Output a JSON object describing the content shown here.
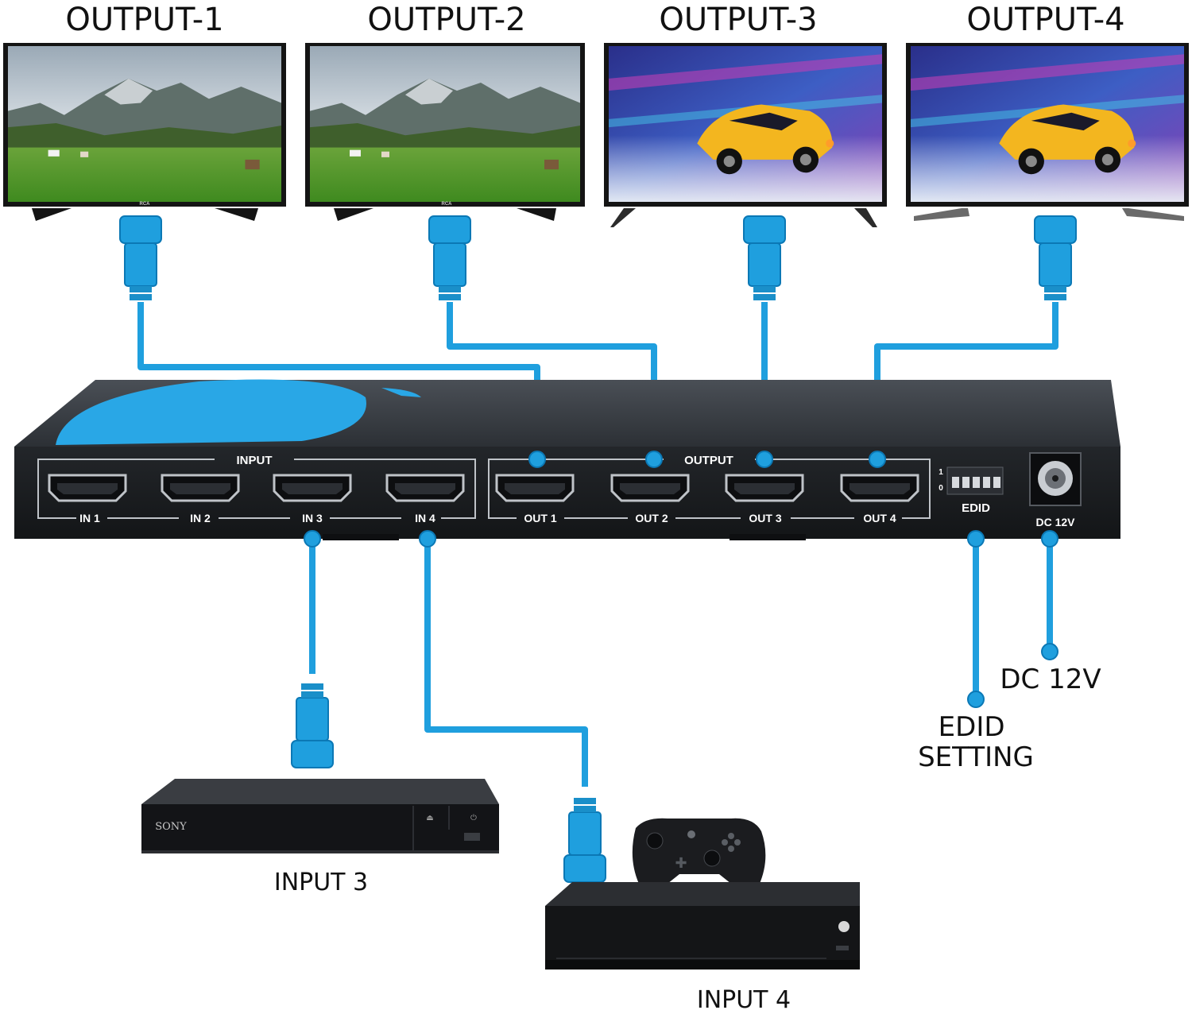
{
  "colors": {
    "cable": "#1f9fde",
    "cable_dark": "#0b78b5",
    "device": "#1c1e21",
    "device_top": "#3b3f45",
    "accent": "#29a7e6",
    "label": "#111111"
  },
  "outputs": {
    "output1": {
      "label": "OUTPUT-1",
      "tv_brand": "RCA",
      "image": "mountain-landscape"
    },
    "output2": {
      "label": "OUTPUT-2",
      "tv_brand": "RCA",
      "image": "mountain-landscape"
    },
    "output3": {
      "label": "OUTPUT-3",
      "tv_brand": "",
      "image": "racing-car"
    },
    "output4": {
      "label": "OUTPUT-4",
      "tv_brand": "",
      "image": "racing-car"
    }
  },
  "matrix": {
    "input_group_label": "INPUT",
    "output_group_label": "OUTPUT",
    "ports": {
      "in1": "IN 1",
      "in2": "IN 2",
      "in3": "IN 3",
      "in4": "IN 4",
      "out1": "OUT 1",
      "out2": "OUT 2",
      "out3": "OUT 3",
      "out4": "OUT 4"
    },
    "edid_label": "EDID",
    "edid_switch_positions": [
      "1",
      "0"
    ],
    "dc_label": "DC 12V"
  },
  "callouts": {
    "edid": "EDID\nSETTING",
    "dc": "DC 12V"
  },
  "sources": {
    "input3": {
      "label": "INPUT 3",
      "brand": "SONY",
      "device": "blu-ray-player"
    },
    "input4": {
      "label": "INPUT 4",
      "device": "xbox-console"
    }
  }
}
